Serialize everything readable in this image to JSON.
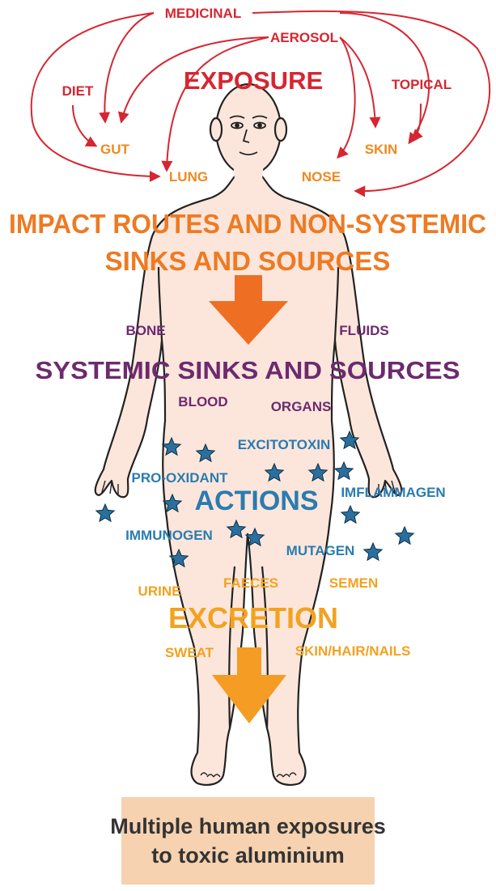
{
  "exposure": {
    "title": "EXPOSURE",
    "sources": {
      "medicinal": "MEDICINAL",
      "aerosol": "AEROSOL",
      "diet": "DIET",
      "topical": "TOPICAL"
    },
    "routes": {
      "gut": "GUT",
      "lung": "LUNG",
      "nose": "NOSE",
      "skin": "SKIN"
    }
  },
  "impact": {
    "title_line1": "IMPACT ROUTES AND NON-SYSTEMIC",
    "title_line2": "SINKS AND SOURCES"
  },
  "systemic": {
    "title": "SYSTEMIC SINKS AND SOURCES",
    "items": {
      "bone": "BONE",
      "fluids": "FLUIDS",
      "blood": "BLOOD",
      "organs": "ORGANS"
    }
  },
  "actions": {
    "title": "ACTIONS",
    "items": {
      "excitotoxin": "EXCITOTOXIN",
      "pro_oxidant": "PRO-OXIDANT",
      "imflammagen": "IMFLAMMAGEN",
      "immunogen": "IMMUNOGEN",
      "mutagen": "MUTAGEN"
    }
  },
  "excretion": {
    "title": "EXCRETION",
    "items": {
      "urine": "URINE",
      "faeces": "FAECES",
      "semen": "SEMEN",
      "sweat": "SWEAT",
      "skin_hair_nails": "SKIN/HAIR/NAILS"
    }
  },
  "caption": {
    "line1": "Multiple human exposures",
    "line2": "to toxic aluminium"
  },
  "colors": {
    "exposure": "#d62631",
    "routes": "#ee8a1e",
    "systemic": "#6d2a6e",
    "actions": "#2a7bb0",
    "excretion": "#f3a21f",
    "skin_fill": "#fce6dc",
    "caption_bg": "#f6d2b0"
  }
}
